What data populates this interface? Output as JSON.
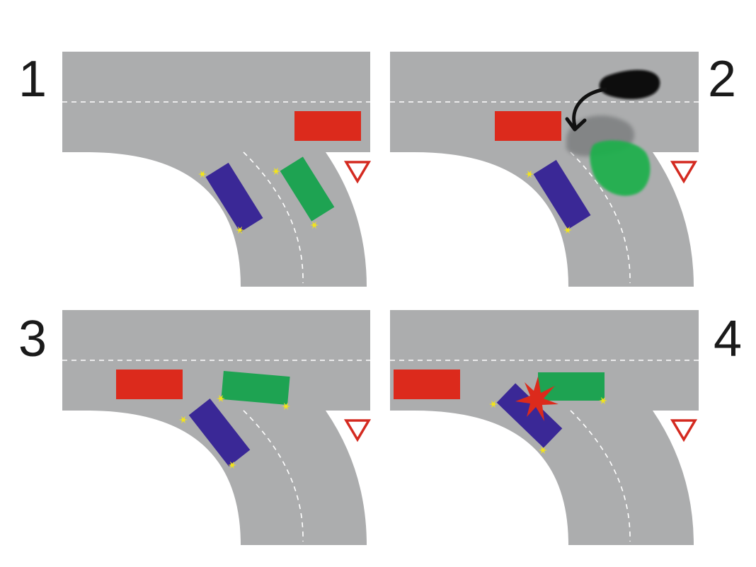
{
  "panels": [
    {
      "number": "1"
    },
    {
      "number": "2"
    },
    {
      "number": "3"
    },
    {
      "number": "4"
    }
  ],
  "colors": {
    "road": "#acadae",
    "lane_marking": "#ffffff",
    "red_car": "#dc2a1c",
    "blue_car": "#3a2896",
    "green_car": "#1ea352",
    "indicator": "#f2e41c",
    "yield_sign": "#d42a20",
    "collision": "#dc2a1c",
    "arrow": "#111111"
  },
  "icons": {
    "yield_sign": "yield-triangle-icon",
    "collision": "collision-star-icon",
    "motion_arrow": "curved-arrow-icon"
  }
}
